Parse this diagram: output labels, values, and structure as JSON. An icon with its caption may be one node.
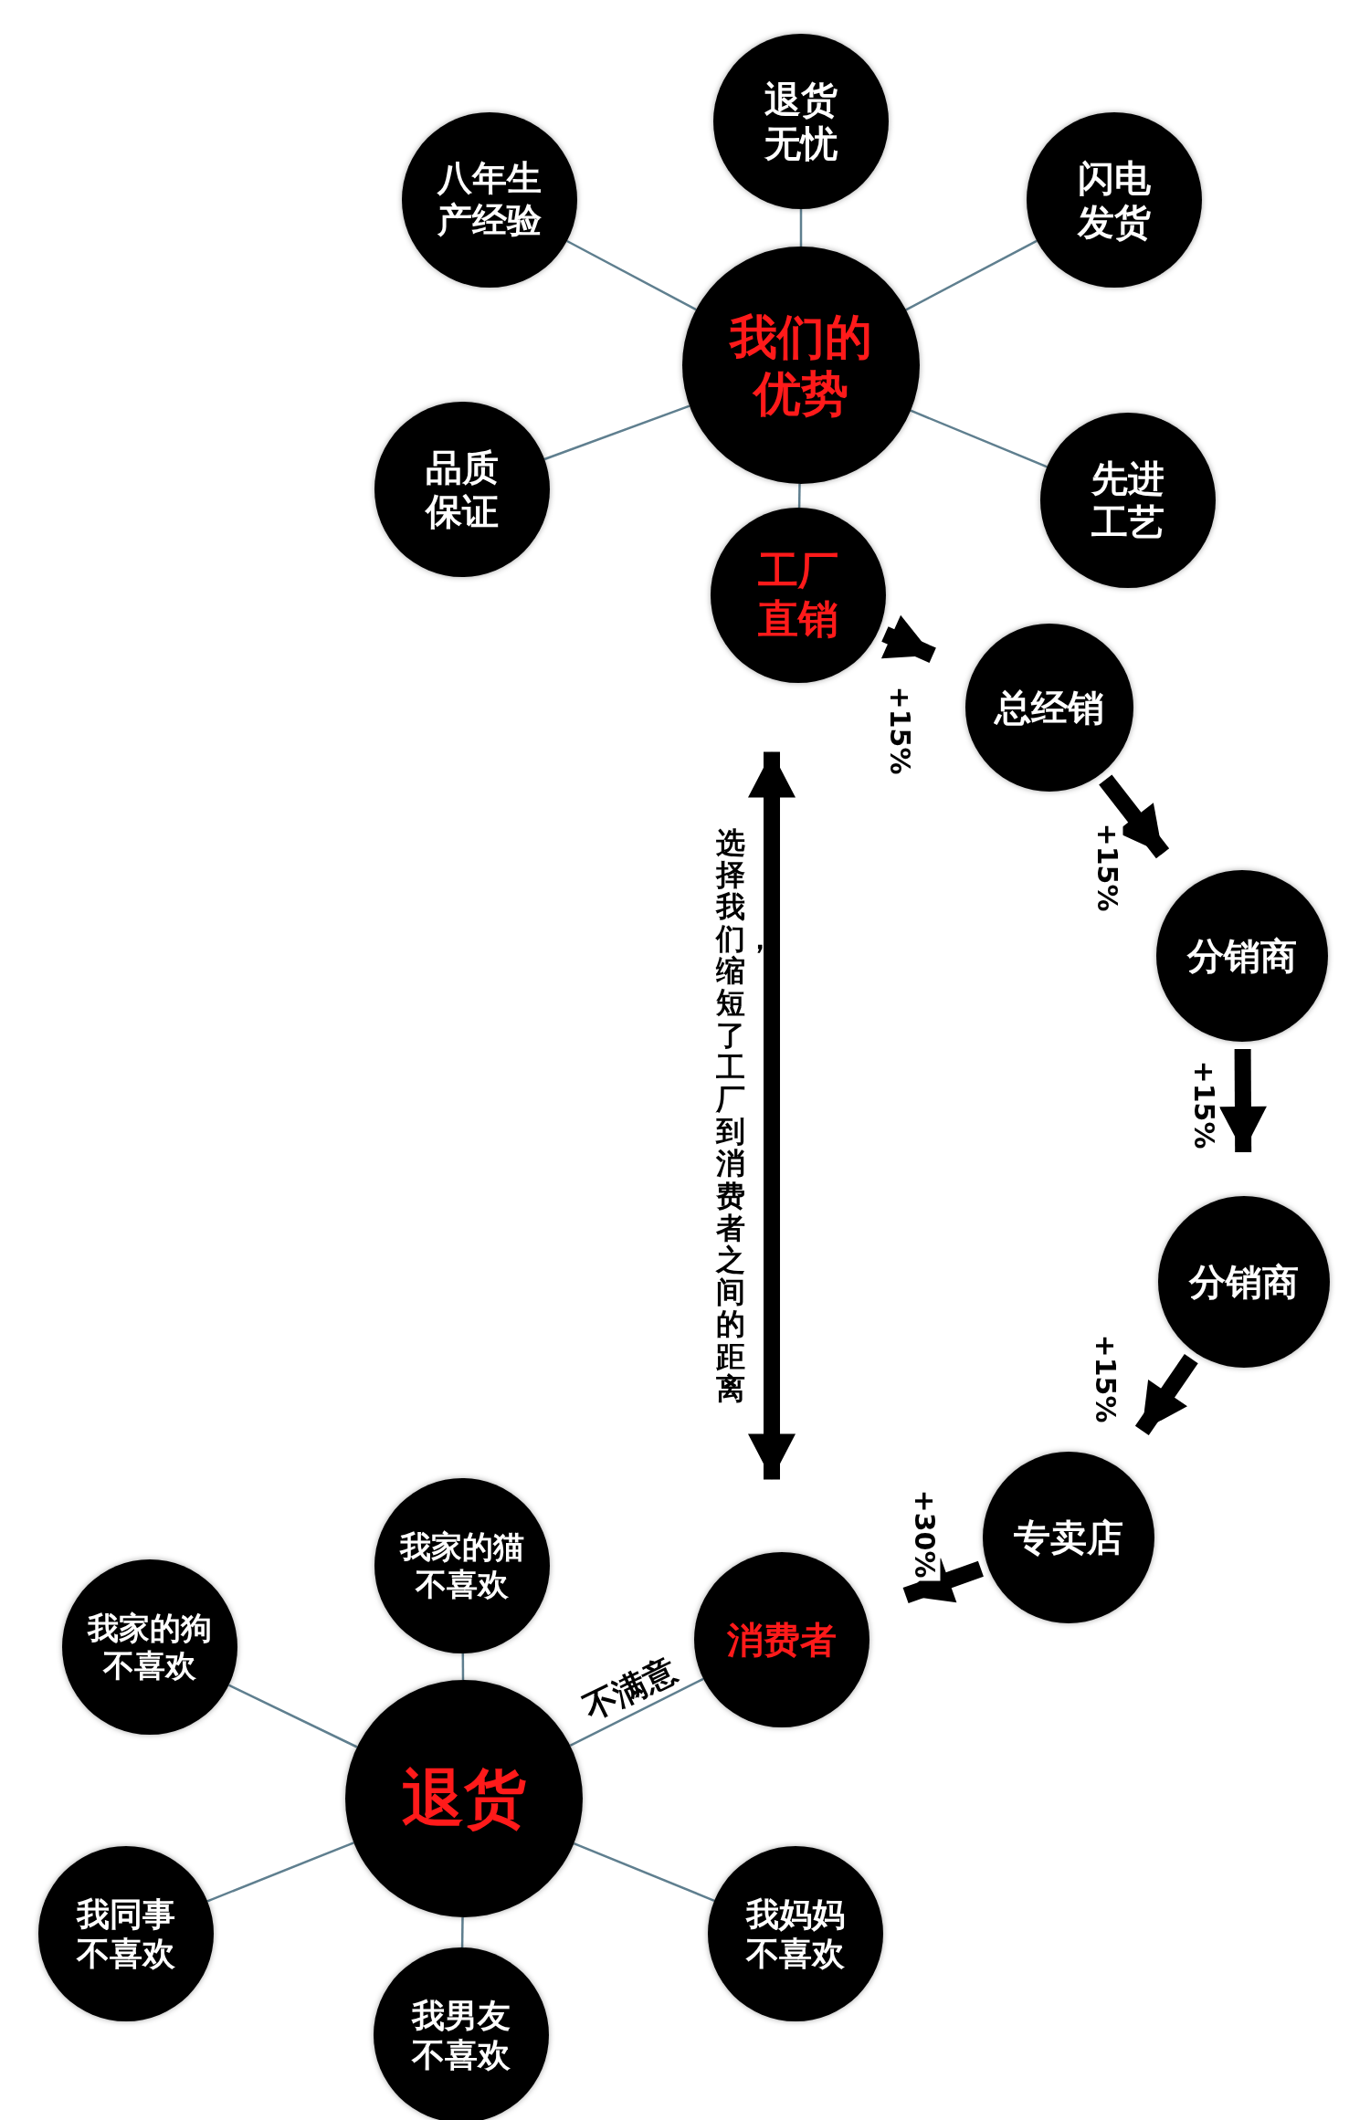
{
  "diagram": {
    "nodes": [
      {
        "text": [
          "我们的优势"
        ]
      },
      {
        "text": [
          "退货无忧"
        ]
      },
      {
        "text": [
          "八年生产经验"
        ]
      },
      {
        "text": [
          "闪电发货"
        ]
      },
      {
        "text": [
          "品质保证"
        ]
      },
      {
        "text": [
          "先进工艺"
        ]
      },
      {
        "text": [
          "工厂直销"
        ]
      },
      {
        "text": [
          "总经销"
        ]
      },
      {
        "text": [
          "分销商"
        ]
      },
      {
        "text": [
          "分销商"
        ]
      },
      {
        "text": [
          "专卖店"
        ]
      },
      {
        "text": [
          "消费者"
        ]
      },
      {
        "text": [
          "退货"
        ]
      },
      {
        "text": [
          "我家的猫不喜欢"
        ]
      },
      {
        "text": [
          "我家的狗不喜欢"
        ]
      },
      {
        "text": [
          "我同事不喜欢"
        ]
      },
      {
        "text": [
          "我男友不喜欢"
        ]
      },
      {
        "text": [
          "我妈妈不喜欢"
        ]
      }
    ],
    "edges": [
      {
        "from": 0,
        "to": 1,
        "arrow": "none"
      },
      {
        "from": 0,
        "to": 2,
        "arrow": "none"
      },
      {
        "from": 0,
        "to": 3,
        "arrow": "none"
      },
      {
        "from": 0,
        "to": 4,
        "arrow": "none"
      },
      {
        "from": 0,
        "to": 5,
        "arrow": "none"
      },
      {
        "from": 0,
        "to": 6,
        "arrow": "none"
      },
      {
        "from": 6,
        "to": 7,
        "arrow": "to",
        "label": "+15%",
        "style": "thick",
        "color": "#000000"
      },
      {
        "from": 7,
        "to": 8,
        "arrow": "to",
        "label": "+15%",
        "style": "thick",
        "color": "#000000"
      },
      {
        "from": 8,
        "to": 9,
        "arrow": "to",
        "label": "+15%",
        "style": "thick",
        "color": "#000000"
      },
      {
        "from": 9,
        "to": 10,
        "arrow": "to",
        "label": "+15%",
        "style": "thick",
        "color": "#000000"
      },
      {
        "from": 10,
        "to": 11,
        "arrow": "to",
        "label": "+30%",
        "style": "thick",
        "color": "#000000"
      },
      {
        "from": 6,
        "to": 11,
        "arrow": "both",
        "label": "选择我们，缩短了工厂到消费者之间的距离",
        "style": "thick",
        "color": "#000000"
      },
      {
        "from": 11,
        "to": 12,
        "arrow": "none",
        "label": "不满意"
      },
      {
        "from": 12,
        "to": 13,
        "arrow": "none"
      },
      {
        "from": 12,
        "to": 14,
        "arrow": "none"
      },
      {
        "from": 12,
        "to": 15,
        "arrow": "none"
      },
      {
        "from": 12,
        "to": 16,
        "arrow": "none"
      },
      {
        "from": 12,
        "to": 17,
        "arrow": "none"
      }
    ]
  }
}
